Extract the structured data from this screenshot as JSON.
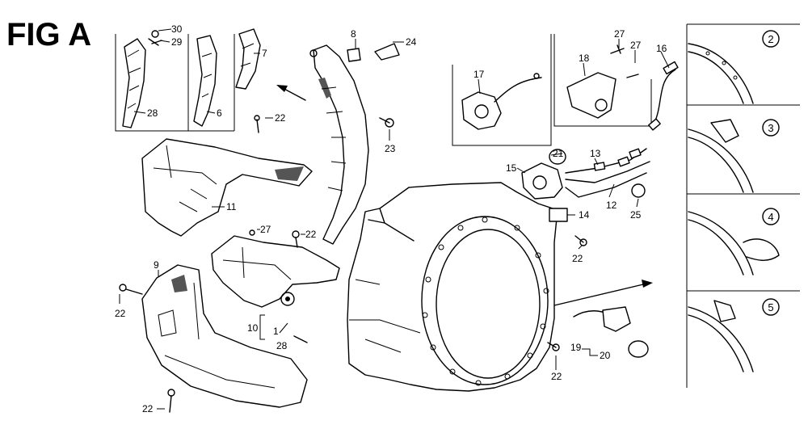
{
  "figure": {
    "title": "FIG A"
  },
  "callouts": {
    "c30": "30",
    "c29": "29",
    "c28a": "28",
    "c6": "6",
    "c7": "7",
    "c8": "8",
    "c24": "24",
    "c22a": "22",
    "c23": "23",
    "c11": "11",
    "c27a": "27",
    "c22b": "22",
    "c9": "9",
    "c22c": "22",
    "c10": "10",
    "c1": "1",
    "c28b": "28",
    "c22d": "22",
    "c17": "17",
    "c18": "18",
    "c27b": "27",
    "c27c": "27",
    "c16": "16",
    "c21": "21",
    "c13": "13",
    "c15": "15",
    "c12": "12",
    "c25": "25",
    "c14": "14",
    "c22e": "22",
    "c19": "19",
    "c20": "20",
    "c22f": "22"
  },
  "variants": [
    "2",
    "3",
    "4",
    "5"
  ]
}
